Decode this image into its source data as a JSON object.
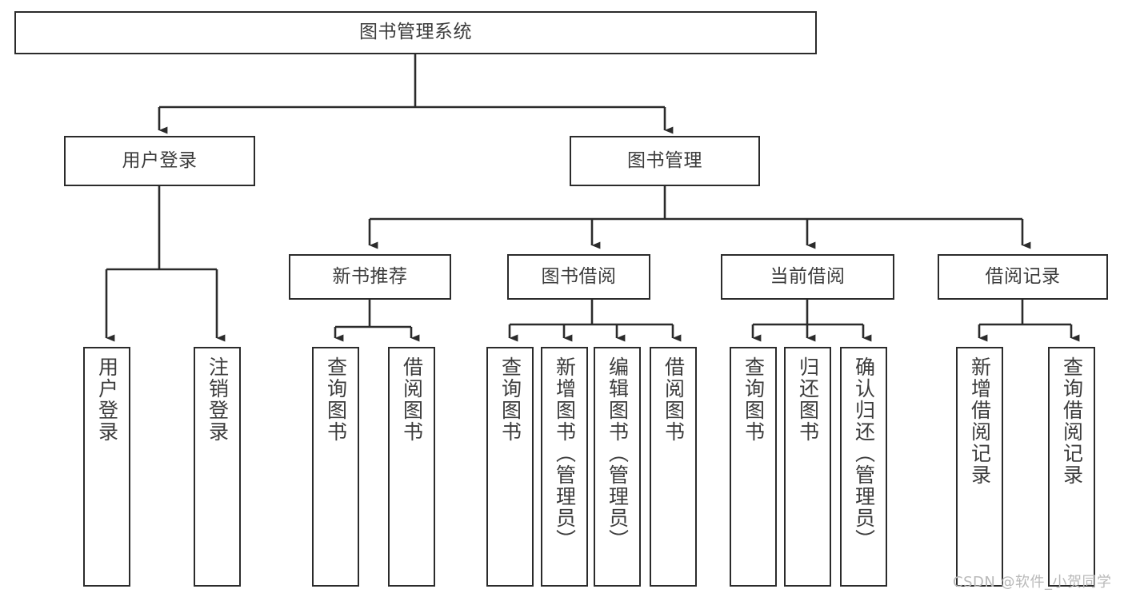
{
  "diagram": {
    "title": "图书管理系统",
    "type": "hierarchy-tree",
    "line_color": "#2b2b2b",
    "text_color": "#3c3c3c",
    "background_color": "#ffffff",
    "watermark": "CSDN @软件_小贺同学",
    "nodes": {
      "root": {
        "label": "图书管理系统",
        "level": 1,
        "orientation": "horizontal"
      },
      "l2": [
        {
          "id": "user-login",
          "label": "用户登录",
          "level": 2,
          "orientation": "horizontal"
        },
        {
          "id": "book-manage",
          "label": "图书管理",
          "level": 2,
          "orientation": "horizontal"
        }
      ],
      "l3": [
        {
          "id": "new-book-recommend",
          "label": "新书推荐",
          "level": 3,
          "orientation": "horizontal"
        },
        {
          "id": "book-borrow",
          "label": "图书借阅",
          "level": 3,
          "orientation": "horizontal"
        },
        {
          "id": "current-borrow",
          "label": "当前借阅",
          "level": 3,
          "orientation": "horizontal"
        },
        {
          "id": "borrow-record",
          "label": "借阅记录",
          "level": 3,
          "orientation": "horizontal"
        }
      ],
      "leaves": [
        {
          "id": "leaf-user-login",
          "label": "用户登录",
          "parent": "user-login",
          "orientation": "vertical"
        },
        {
          "id": "leaf-user-logout",
          "label": "注销登录",
          "parent": "user-login",
          "orientation": "vertical"
        },
        {
          "id": "leaf-query-book-1",
          "label": "查询图书",
          "parent": "new-book-recommend",
          "orientation": "vertical"
        },
        {
          "id": "leaf-borrow-book-1",
          "label": "借阅图书",
          "parent": "new-book-recommend",
          "orientation": "vertical"
        },
        {
          "id": "leaf-query-book-2",
          "label": "查询图书",
          "parent": "book-borrow",
          "orientation": "vertical"
        },
        {
          "id": "leaf-add-book",
          "label": "新增图书（管理员）",
          "parent": "book-borrow",
          "orientation": "vertical"
        },
        {
          "id": "leaf-edit-book",
          "label": "编辑图书（管理员）",
          "parent": "book-borrow",
          "orientation": "vertical"
        },
        {
          "id": "leaf-borrow-book-2",
          "label": "借阅图书",
          "parent": "book-borrow",
          "orientation": "vertical"
        },
        {
          "id": "leaf-query-book-3",
          "label": "查询图书",
          "parent": "current-borrow",
          "orientation": "vertical"
        },
        {
          "id": "leaf-return-book",
          "label": "归还图书",
          "parent": "current-borrow",
          "orientation": "vertical"
        },
        {
          "id": "leaf-confirm-return",
          "label": "确认归还（管理员）",
          "parent": "current-borrow",
          "orientation": "vertical"
        },
        {
          "id": "leaf-add-record",
          "label": "新增借阅记录",
          "parent": "borrow-record",
          "orientation": "vertical"
        },
        {
          "id": "leaf-query-record",
          "label": "查询借阅记录",
          "parent": "borrow-record",
          "orientation": "vertical"
        }
      ]
    }
  }
}
